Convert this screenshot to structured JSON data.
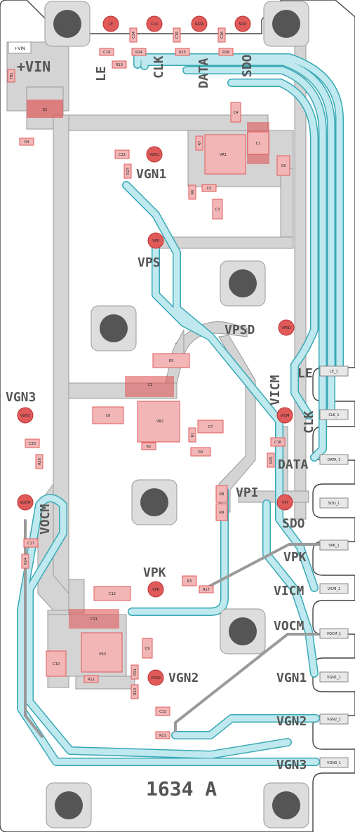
{
  "board": {
    "title": "1634 A",
    "colors": {
      "outline": "#444444",
      "plane": "#d4d4d4",
      "plane_edge": "#9a9a9a",
      "trace_fill": "#bfe9ef",
      "trace_edge": "#39a9b5",
      "copper_pad": "#e05a5a",
      "pad_light": "#f2b6b6",
      "hole": "#555555"
    }
  },
  "silkscreen": {
    "vin": "+VIN",
    "le": "LE",
    "clk": "CLK",
    "data": "DATA",
    "sdo": "SDO",
    "vgn1": "VGN1",
    "vps": "VPS",
    "vpsd": "VPSD",
    "vgn3": "VGN3",
    "vocm": "VOCM",
    "vicm": "VICM",
    "le_edge": "LE",
    "clk_edge": "CLK",
    "data_edge": "DATA",
    "vpi": "VPI",
    "sdo_edge": "SDO",
    "vpk": "VPK",
    "vpk_edge": "VPK",
    "vicm_edge": "VICM",
    "vocm_edge": "VOCM",
    "vgn1_edge": "VGN1",
    "vgn2": "VGN2",
    "vgn2_edge": "VGN2",
    "vgn3_edge": "VGN3"
  },
  "test_points": {
    "vin_header": "+VIN",
    "le": "LE",
    "clk": "CLK",
    "data": "DATA",
    "sdo": "SDO",
    "vgn1": "VGN1",
    "vps": "VPS",
    "vpsd": "VPSD",
    "vgn3": "VGN3",
    "vicm": "VICM",
    "vocm": "VOCM",
    "vpi": "VPI",
    "vpk": "VPK",
    "vgn2": "VGN2"
  },
  "edge_pads": {
    "le": "LE_1",
    "clk": "CLK_1",
    "data": "DATA_1",
    "sdo": "SDO_1",
    "vpk": "VPK_1",
    "vicm": "VICM_1",
    "vocm": "VOCM_1",
    "vgn1": "VGN1_1",
    "vgn2": "VGN2_1",
    "vgn3": "VGN3_1"
  },
  "components": {
    "fb1": "FB1",
    "q1": "Q1",
    "r4": "R4",
    "c19": "C19",
    "r13": "R13",
    "c14": "C14",
    "r14": "R14",
    "c15": "C15",
    "r15": "R15",
    "c16": "C16",
    "r16": "R16",
    "c4": "C4",
    "c22": "C22",
    "r27": "R27",
    "r7": "R7",
    "vr1": "VR1",
    "c1": "C1",
    "c8": "C8",
    "r6": "R6",
    "c5": "C5",
    "c3": "C3",
    "c2": "C2",
    "c6": "C6",
    "vr2": "VR2",
    "r1": "R1",
    "c7": "C7",
    "r5": "R5",
    "r2": "R2",
    "c20": "C20",
    "r26": "R26",
    "c18": "C18",
    "r25": "R25",
    "r8": "R8",
    "r9": "R9",
    "c17": "C17",
    "r24": "R24",
    "c12": "C12",
    "r3": "R3",
    "r17": "R17",
    "c11": "C11",
    "vr3": "VR3",
    "c9": "C9",
    "c10": "C10",
    "r12": "R12",
    "r11": "R11",
    "r10": "R10",
    "c13": "C13",
    "r21": "R21"
  }
}
